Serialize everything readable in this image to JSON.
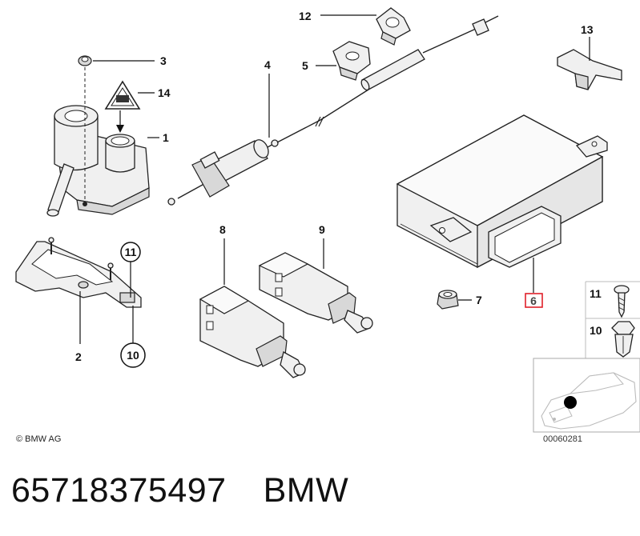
{
  "callouts": {
    "c1": "1",
    "c2": "2",
    "c3": "3",
    "c4": "4",
    "c5": "5",
    "c6": "6",
    "c7": "7",
    "c8": "8",
    "c9": "9",
    "c10": "10",
    "c11": "11",
    "c12": "12",
    "c13": "13",
    "c14": "14"
  },
  "legend": {
    "c11": "11",
    "c10": "10"
  },
  "footer": {
    "copyright": "© BMW AG",
    "diagram_code": "00060281"
  },
  "part_number": "65718375497",
  "brand": "BMW",
  "colors": {
    "highlight_box": "#e0202a",
    "line": "#222222",
    "background": "#ffffff"
  }
}
